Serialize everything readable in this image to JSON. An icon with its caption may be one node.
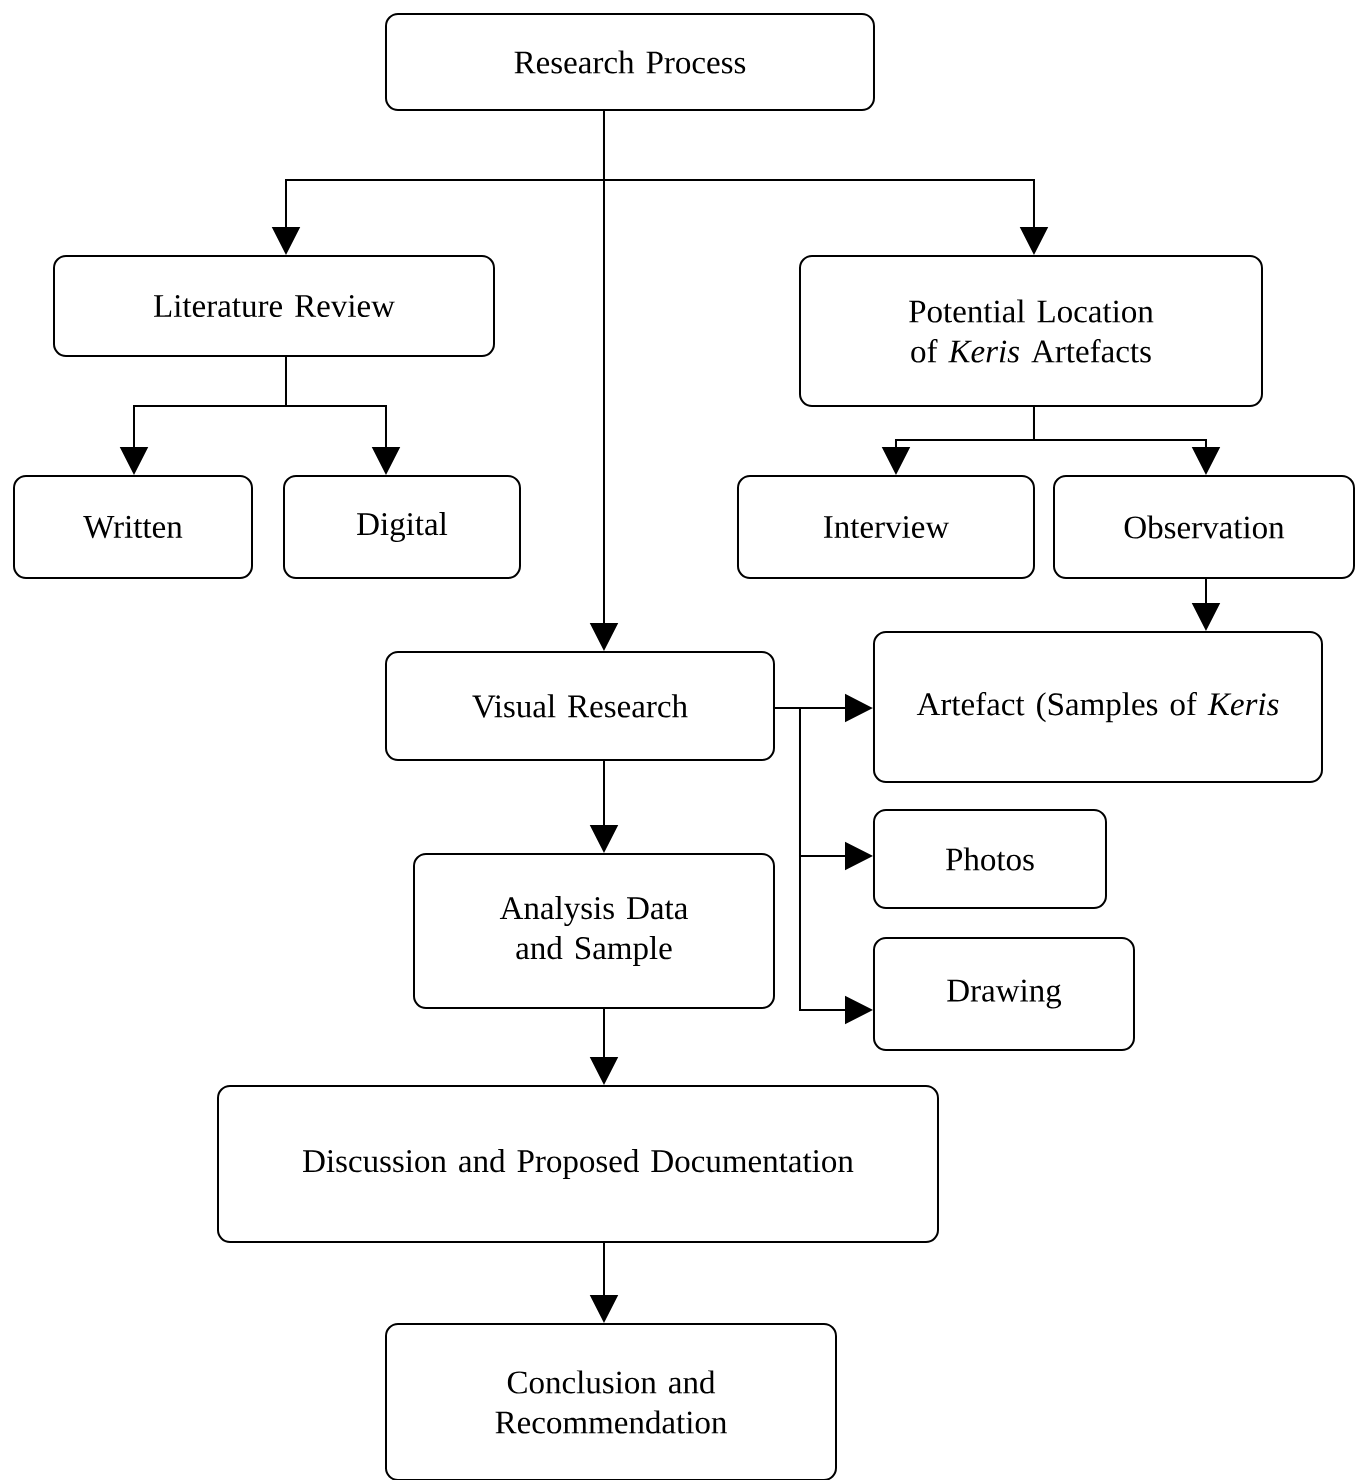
{
  "diagram": {
    "nodes": [
      {
        "text": [
          "Research Process"
        ]
      },
      {
        "text": [
          "Literature Review"
        ]
      },
      {
        "text": [
          "Potential Location of *Keris* Artefacts"
        ]
      },
      {
        "text": [
          "Written"
        ]
      },
      {
        "text": [
          "Digital"
        ]
      },
      {
        "text": [
          "Interview"
        ]
      },
      {
        "text": [
          "Observation"
        ]
      },
      {
        "text": [
          "Visual Research"
        ]
      },
      {
        "text": [
          "Artefact (Samples of *Keris*"
        ]
      },
      {
        "text": [
          "Analysis Data and Sample"
        ]
      },
      {
        "text": [
          "Photos"
        ]
      },
      {
        "text": [
          "Drawing"
        ]
      },
      {
        "text": [
          "Discussion and Proposed Documentation"
        ]
      },
      {
        "text": [
          "Conclusion and Recommendation"
        ]
      }
    ],
    "edges": [
      {
        "from": 0,
        "to": 1,
        "arrow": "to"
      },
      {
        "from": 0,
        "to": 2,
        "arrow": "to"
      },
      {
        "from": 0,
        "to": 7,
        "arrow": "to"
      },
      {
        "from": 1,
        "to": 3,
        "arrow": "to"
      },
      {
        "from": 1,
        "to": 4,
        "arrow": "to"
      },
      {
        "from": 2,
        "to": 5,
        "arrow": "to"
      },
      {
        "from": 2,
        "to": 6,
        "arrow": "to"
      },
      {
        "from": 6,
        "to": 8,
        "arrow": "to"
      },
      {
        "from": 7,
        "to": 8,
        "arrow": "to"
      },
      {
        "from": 7,
        "to": 10,
        "arrow": "to"
      },
      {
        "from": 7,
        "to": 11,
        "arrow": "to"
      },
      {
        "from": 7,
        "to": 9,
        "arrow": "to"
      },
      {
        "from": 9,
        "to": 12,
        "arrow": "to"
      },
      {
        "from": 12,
        "to": 13,
        "arrow": "to"
      }
    ]
  }
}
